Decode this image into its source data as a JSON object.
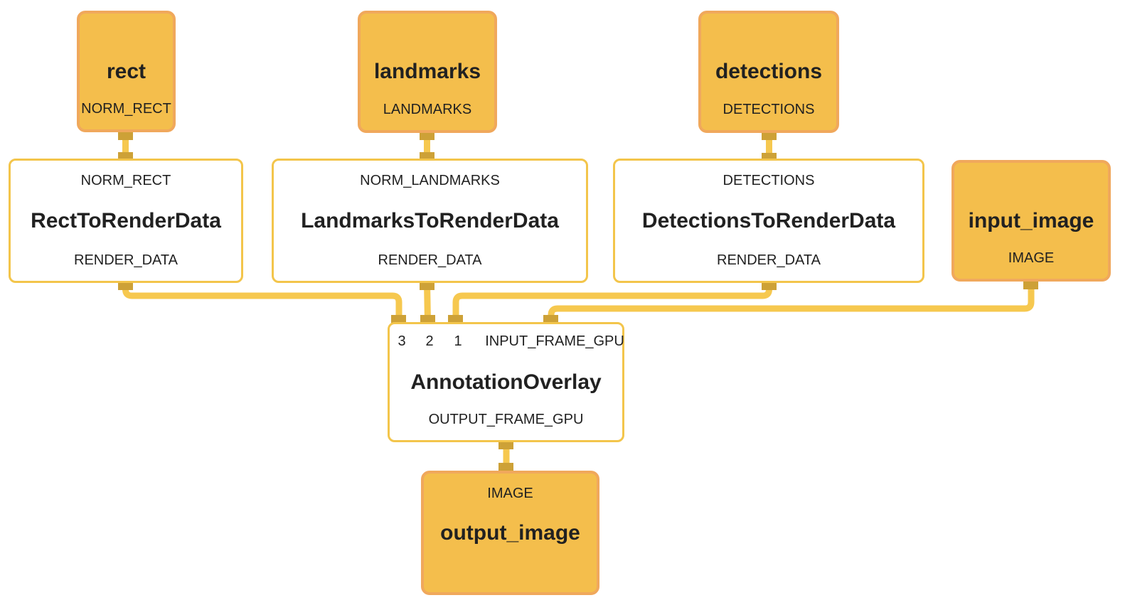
{
  "diagram": {
    "colors": {
      "package_fill": "#F4BE4C",
      "package_border": "#F0A85C",
      "calculator_fill": "#FFFFFF",
      "calculator_border": "#F3C54B",
      "edge": "#F6C84F",
      "port": "#CDA137",
      "text": "#212121",
      "background": "#FFFFFF"
    },
    "nodes": {
      "rect": {
        "title": "rect",
        "output_label": "NORM_RECT"
      },
      "landmarks": {
        "title": "landmarks",
        "output_label": "LANDMARKS"
      },
      "detections": {
        "title": "detections",
        "output_label": "DETECTIONS"
      },
      "rectToRenderData": {
        "input_label": "NORM_RECT",
        "title": "RectToRenderData",
        "output_label": "RENDER_DATA"
      },
      "landmarksToRenderData": {
        "input_label": "NORM_LANDMARKS",
        "title": "LandmarksToRenderData",
        "output_label": "RENDER_DATA"
      },
      "detectionsToRenderData": {
        "input_label": "DETECTIONS",
        "title": "DetectionsToRenderData",
        "output_label": "RENDER_DATA"
      },
      "inputImage": {
        "title": "input_image",
        "output_label": "IMAGE"
      },
      "annotationOverlay": {
        "input_labels": [
          "3",
          "2",
          "1",
          "INPUT_FRAME_GPU"
        ],
        "title": "AnnotationOverlay",
        "output_label": "OUTPUT_FRAME_GPU"
      },
      "outputImage": {
        "input_label": "IMAGE",
        "title": "output_image"
      }
    },
    "edges": [
      {
        "from": "rect:NORM_RECT",
        "to": "RectToRenderData:NORM_RECT"
      },
      {
        "from": "landmarks:LANDMARKS",
        "to": "LandmarksToRenderData:NORM_LANDMARKS"
      },
      {
        "from": "detections:DETECTIONS",
        "to": "DetectionsToRenderData:DETECTIONS"
      },
      {
        "from": "RectToRenderData:RENDER_DATA",
        "to": "AnnotationOverlay:3"
      },
      {
        "from": "LandmarksToRenderData:RENDER_DATA",
        "to": "AnnotationOverlay:2"
      },
      {
        "from": "DetectionsToRenderData:RENDER_DATA",
        "to": "AnnotationOverlay:1"
      },
      {
        "from": "input_image:IMAGE",
        "to": "AnnotationOverlay:INPUT_FRAME_GPU"
      },
      {
        "from": "AnnotationOverlay:OUTPUT_FRAME_GPU",
        "to": "output_image:IMAGE"
      }
    ]
  }
}
